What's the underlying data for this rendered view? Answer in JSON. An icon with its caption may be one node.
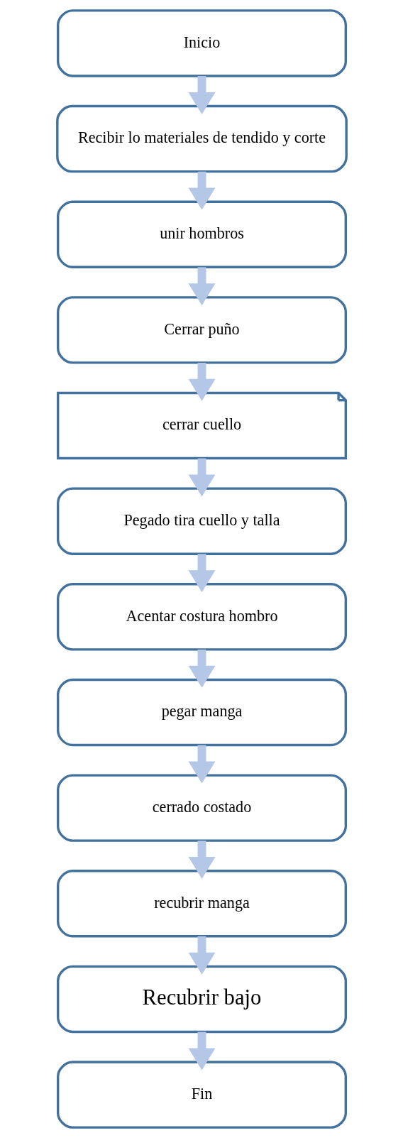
{
  "diagram": {
    "nodes": [
      {
        "text": [
          "Inicio"
        ]
      },
      {
        "text": [
          "Recibir lo materiales de tendido y corte"
        ]
      },
      {
        "text": [
          "unir hombros"
        ]
      },
      {
        "text": [
          "Cerrar puño"
        ]
      },
      {
        "text": [
          "cerrar cuello"
        ]
      },
      {
        "text": [
          "Pegado tira cuello y talla"
        ]
      },
      {
        "text": [
          "Acentar costura hombro"
        ]
      },
      {
        "text": [
          "pegar manga"
        ]
      },
      {
        "text": [
          "cerrado costado"
        ]
      },
      {
        "text": [
          "recubrir manga"
        ]
      },
      {
        "text": [
          "Recubrir bajo"
        ]
      },
      {
        "text": [
          "Fin"
        ]
      }
    ],
    "edges": [
      {
        "from": 0,
        "to": 1,
        "arrow": "to"
      },
      {
        "from": 1,
        "to": 2,
        "arrow": "to"
      },
      {
        "from": 2,
        "to": 3,
        "arrow": "to"
      },
      {
        "from": 3,
        "to": 4,
        "arrow": "to"
      },
      {
        "from": 4,
        "to": 5,
        "arrow": "to"
      },
      {
        "from": 5,
        "to": 6,
        "arrow": "to"
      },
      {
        "from": 6,
        "to": 7,
        "arrow": "to"
      },
      {
        "from": 7,
        "to": 8,
        "arrow": "to"
      },
      {
        "from": 8,
        "to": 9,
        "arrow": "to"
      },
      {
        "from": 9,
        "to": 10,
        "arrow": "to"
      },
      {
        "from": 10,
        "to": 11,
        "arrow": "to"
      }
    ]
  }
}
